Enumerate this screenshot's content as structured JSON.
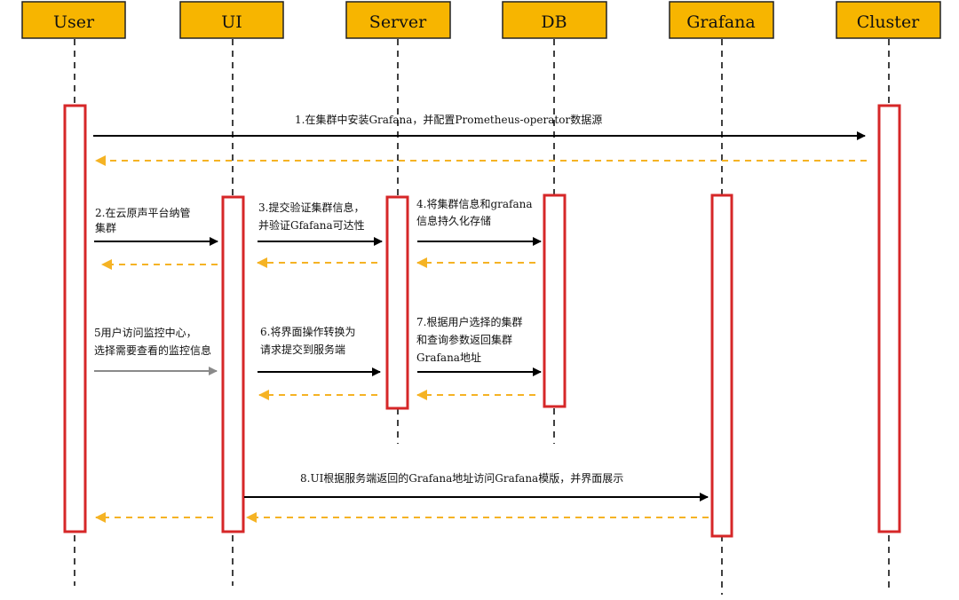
{
  "actors": [
    {
      "id": "user",
      "label": "User"
    },
    {
      "id": "ui",
      "label": "UI"
    },
    {
      "id": "server",
      "label": "Server"
    },
    {
      "id": "db",
      "label": "DB"
    },
    {
      "id": "grafana",
      "label": "Grafana"
    },
    {
      "id": "cluster",
      "label": "Cluster"
    }
  ],
  "messages": [
    {
      "id": "m1",
      "lines": [
        "1.在集群中安装Grafana，并配置Prometheus-operator数据源"
      ]
    },
    {
      "id": "m2",
      "lines": [
        "2.在云原声平台纳管",
        "集群"
      ]
    },
    {
      "id": "m3",
      "lines": [
        "3.提交验证集群信息，",
        "并验证Gfafana可达性"
      ]
    },
    {
      "id": "m4",
      "lines": [
        "4.将集群信息和grafana",
        "信息持久化存储"
      ]
    },
    {
      "id": "m5",
      "lines": [
        "5用户访问监控中心，",
        "选择需要查看的监控信息"
      ]
    },
    {
      "id": "m6",
      "lines": [
        "6.将界面操作转换为",
        "请求提交到服务端"
      ]
    },
    {
      "id": "m7",
      "lines": [
        "7.根据用户选择的集群",
        "和查询参数返回集群",
        "Grafana地址"
      ]
    },
    {
      "id": "m8",
      "lines": [
        "8.UI根据服务端返回的Grafana地址访问Grafana模版，并界面展示"
      ]
    }
  ],
  "colors": {
    "actor_fill": "#f7b500",
    "activation_border": "#d62728",
    "request_arrow": "#000000",
    "return_arrow": "#f5b324",
    "gray_arrow": "#8a8a8a"
  }
}
